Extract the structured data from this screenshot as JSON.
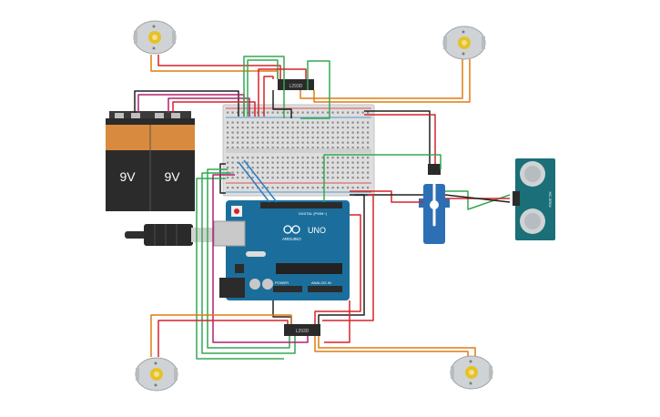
{
  "battery": {
    "label_left": "9V",
    "label_right": "9V"
  },
  "driver_top": {
    "label": "L293D"
  },
  "driver_bottom": {
    "label": "L293D"
  },
  "arduino": {
    "brand": "ARDUINO",
    "model": "UNO",
    "digital_header": "DIGITAL (PWM~)",
    "power_header": "POWER",
    "analog_header": "ANALOG IN"
  },
  "sensor": {
    "label": "HC-SR04"
  },
  "colors": {
    "red": "#d6242a",
    "black": "#202020",
    "green": "#34a853",
    "orange": "#e07b12",
    "magenta": "#b0206e",
    "blue": "#2a7fc6",
    "arduino": "#1b6e9b",
    "sensor": "#1a6f78",
    "servo": "#2d6fb5"
  }
}
